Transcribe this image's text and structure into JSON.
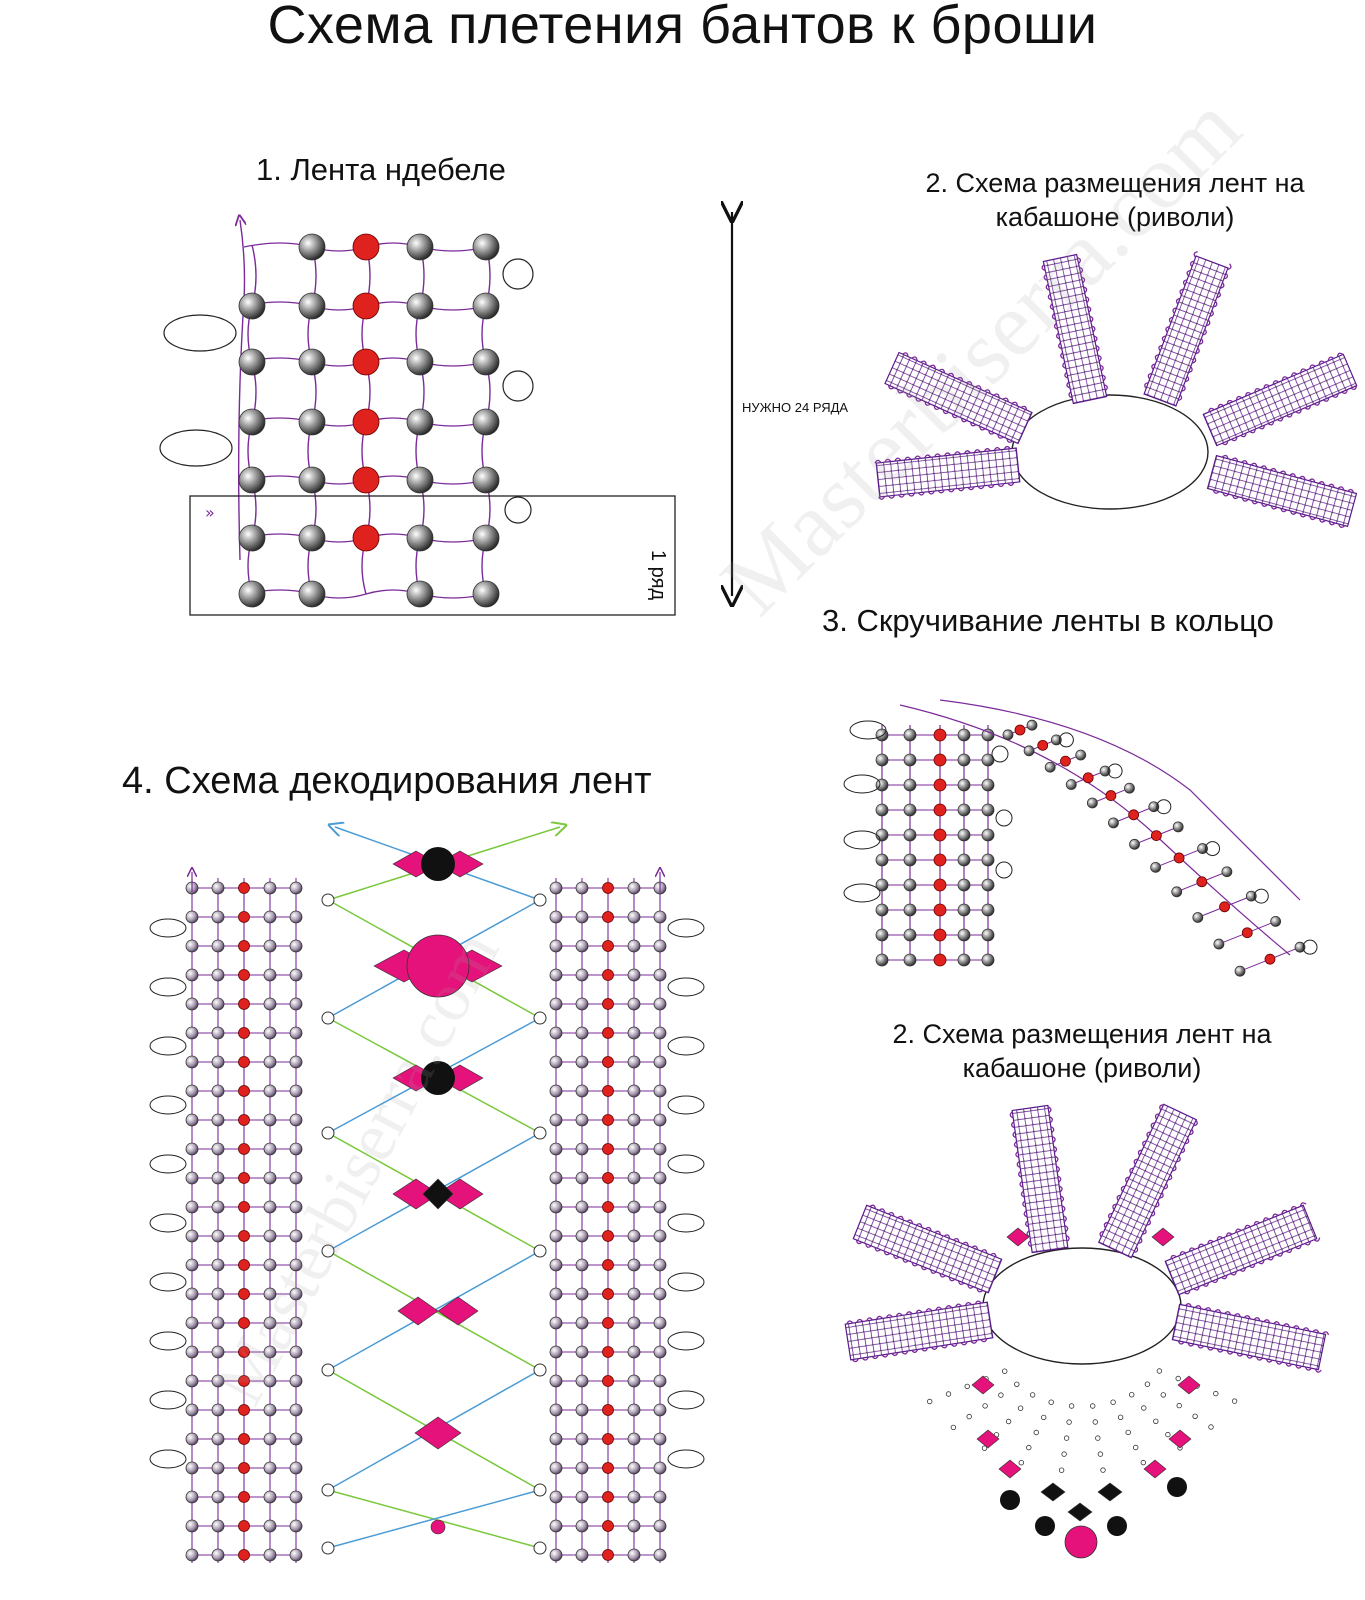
{
  "title": "Схема плетения бантов к броши",
  "sections": {
    "s1": {
      "title": "1. Лента ндебеле",
      "note": "НУЖНО 24 РЯДА",
      "row_label": "1 ряд"
    },
    "s2": {
      "title": "2. Схема размещения лент на кабашоне (риволи)"
    },
    "s3": {
      "title": "3. Скручивание ленты в кольцо"
    },
    "s4": {
      "title": "4. Схема декодирования лент"
    },
    "s5": {
      "title": "2. Схема размещения лент на кабашоне (риволи)"
    }
  },
  "watermark": "Masterbiserra.com",
  "colors": {
    "thread": "#7b2a9a",
    "red_bead": "#e0221e",
    "pink": "#e4127a",
    "black": "#111111",
    "blue_line": "#4a9bd6",
    "green_line": "#78c83a"
  }
}
